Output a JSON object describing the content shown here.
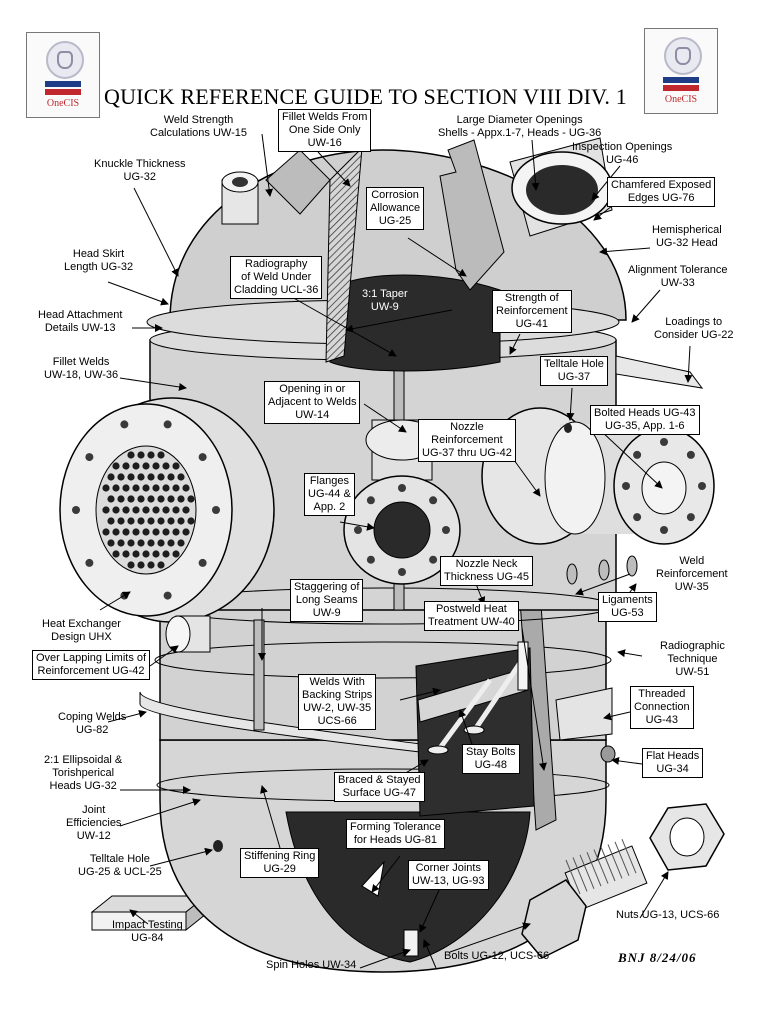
{
  "title": "QUICK REFERENCE GUIDE TO SECTION VIII DIV. 1",
  "logo_text": "OneCIS",
  "signature": "BNJ 8/24/06",
  "colors": {
    "vessel": "#d6d6d6",
    "shade": "#9e9e9e",
    "dark": "#2a2a2a",
    "interior": "#b0b0b0"
  },
  "labels": [
    {
      "id": "weld-strength",
      "text": "Weld Strength\nCalculations UW-15",
      "boxed": false
    },
    {
      "id": "fillet-one-side",
      "text": "Fillet Welds From\nOne Side Only\nUW-16",
      "boxed": true
    },
    {
      "id": "large-openings",
      "text": "Large Diameter Openings\nShells - Appx.1-7, Heads - UG-36",
      "boxed": false
    },
    {
      "id": "inspection-openings",
      "text": "Inspection Openings\nUG-46",
      "boxed": false
    },
    {
      "id": "knuckle",
      "text": "Knuckle Thickness\nUG-32",
      "boxed": false
    },
    {
      "id": "corrosion",
      "text": "Corrosion\nAllowance\nUG-25",
      "boxed": true
    },
    {
      "id": "chamfered",
      "text": "Chamfered Exposed\nEdges UG-76",
      "boxed": true
    },
    {
      "id": "hemispherical",
      "text": "Hemispherical\nUG-32 Head",
      "boxed": false
    },
    {
      "id": "head-skirt",
      "text": "Head Skirt\nLength UG-32",
      "boxed": false
    },
    {
      "id": "radiography-cladding",
      "text": "Radiography\nof Weld Under\nCladding UCL-36",
      "boxed": true
    },
    {
      "id": "taper",
      "text": "3:1 Taper\nUW-9",
      "boxed": false
    },
    {
      "id": "alignment",
      "text": "Alignment Tolerance\nUW-33",
      "boxed": false
    },
    {
      "id": "strength-reinforcement",
      "text": "Strength of\nReinforcement\nUG-41",
      "boxed": true
    },
    {
      "id": "head-attachment",
      "text": "Head Attachment\nDetails UW-13",
      "boxed": false
    },
    {
      "id": "loadings",
      "text": "Loadings to\nConsider UG-22",
      "boxed": false
    },
    {
      "id": "fillet-welds",
      "text": "Fillet Welds\nUW-18, UW-36",
      "boxed": false
    },
    {
      "id": "telltale-top",
      "text": "Telltale Hole\nUG-37",
      "boxed": true
    },
    {
      "id": "opening-welds",
      "text": "Opening in or\nAdjacent to Welds\nUW-14",
      "boxed": true
    },
    {
      "id": "bolted-heads",
      "text": "Bolted Heads UG-43\nUG-35, App. 1-6",
      "boxed": true
    },
    {
      "id": "nozzle-reinforcement",
      "text": "Nozzle\nReinforcement\nUG-37 thru UG-42",
      "boxed": true
    },
    {
      "id": "flanges",
      "text": "Flanges\nUG-44 &\nApp. 2",
      "boxed": true
    },
    {
      "id": "nozzle-neck",
      "text": "Nozzle Neck\nThickness UG-45",
      "boxed": true
    },
    {
      "id": "weld-reinforcement",
      "text": "Weld\nReinforcement\nUW-35",
      "boxed": false
    },
    {
      "id": "ligaments",
      "text": "Ligaments\nUG-53",
      "boxed": true
    },
    {
      "id": "staggering",
      "text": "Staggering of\nLong Seams\nUW-9",
      "boxed": true
    },
    {
      "id": "postweld",
      "text": "Postweld Heat\nTreatment UW-40",
      "boxed": true
    },
    {
      "id": "heat-exchanger",
      "text": "Heat Exchanger\nDesign UHX",
      "boxed": false
    },
    {
      "id": "radiographic-technique",
      "text": "Radiographic\nTechnique\nUW-51",
      "boxed": false
    },
    {
      "id": "overlapping",
      "text": "Over Lapping Limits of\nReinforcement UG-42",
      "boxed": true
    },
    {
      "id": "threaded",
      "text": "Threaded\nConnection\nUG-43",
      "boxed": true
    },
    {
      "id": "coping",
      "text": "Coping Welds\nUG-82",
      "boxed": false
    },
    {
      "id": "backing-strips",
      "text": "Welds With\nBacking Strips\nUW-2, UW-35\nUCS-66",
      "boxed": true
    },
    {
      "id": "ellipsoidal",
      "text": "2:1 Ellipsoidal &\nTorishperical\nHeads UG-32",
      "boxed": false
    },
    {
      "id": "stay-bolts",
      "text": "Stay Bolts\nUG-48",
      "boxed": true
    },
    {
      "id": "flat-heads",
      "text": "Flat Heads\nUG-34",
      "boxed": true
    },
    {
      "id": "braced",
      "text": "Braced & Stayed\nSurface UG-47",
      "boxed": true
    },
    {
      "id": "joint-eff",
      "text": "Joint\nEfficiencies\nUW-12",
      "boxed": false
    },
    {
      "id": "forming",
      "text": "Forming Tolerance\nfor Heads UG-81",
      "boxed": true
    },
    {
      "id": "telltale-bottom",
      "text": "Telltale Hole\nUG-25 & UCL-25",
      "boxed": false
    },
    {
      "id": "stiffening",
      "text": "Stiffening Ring\nUG-29",
      "boxed": true
    },
    {
      "id": "corner-joints",
      "text": "Corner Joints\nUW-13, UG-93",
      "boxed": true
    },
    {
      "id": "nuts",
      "text": "Nuts UG-13, UCS-66",
      "boxed": false
    },
    {
      "id": "impact",
      "text": "Impact Testing\nUG-84",
      "boxed": false
    },
    {
      "id": "spin-holes",
      "text": "Spin Holes UW-34",
      "boxed": false
    },
    {
      "id": "bolts",
      "text": "Bolts UG-12, UCS-66",
      "boxed": false
    }
  ]
}
